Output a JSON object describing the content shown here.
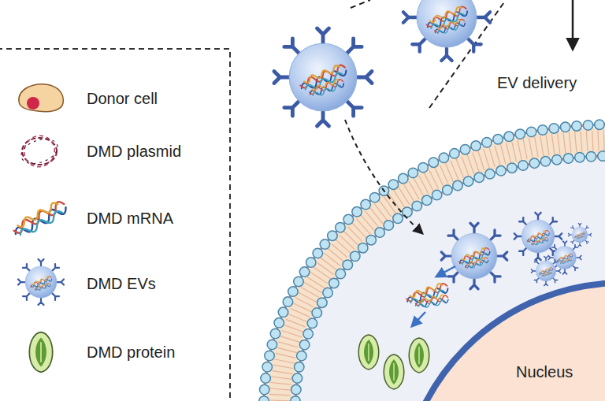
{
  "diagram": {
    "nodes": [
      {
        "text": [
          "Nucleus"
        ]
      }
    ],
    "labels": [
      "EV delivery"
    ],
    "legend": [
      {
        "text": "Donor cell"
      },
      {
        "text": "DMD plasmid"
      },
      {
        "text": "DMD mRNA"
      },
      {
        "text": "DMD EVs"
      },
      {
        "text": "DMD protein"
      }
    ]
  }
}
